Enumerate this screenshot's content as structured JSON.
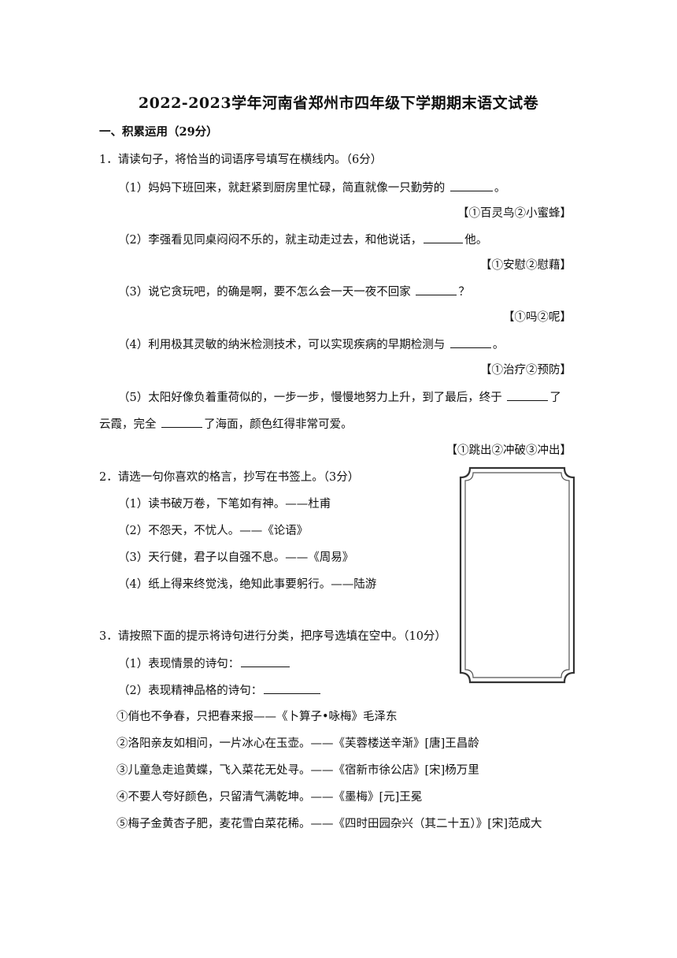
{
  "title": "2022-2023学年河南省郑州市四年级下学期期末语文试卷",
  "section1": "一、积累运用（29分）",
  "q1": {
    "stem": "1．请读句子，将恰当的词语序号填写在横线内。（6分）",
    "items": [
      {
        "text_a": "（1）妈妈下班回来，就赶紧到厨房里忙碌，简直就像一只勤劳的",
        "text_b": "。",
        "options": "【①百灵鸟②小蜜蜂】"
      },
      {
        "text_a": "（2）李强看见同桌闷闷不乐的，就主动走过去，和他说话，",
        "text_b": "他。",
        "options": "【①安慰②慰藉】"
      },
      {
        "text_a": "（3）说它贪玩吧，的确是啊，要不怎么会一天一夜不回家",
        "text_b": "？",
        "options": "【①吗②呢】"
      },
      {
        "text_a": "（4）利用极其灵敏的纳米检测技术，可以实现疾病的早期检测与",
        "text_b": "。",
        "options": "【①治疗②预防】"
      }
    ],
    "item5": {
      "line1_a": "（5）太阳好像负着重荷似的，一步一步，慢慢地努力上升，到了最后，终于",
      "line1_b": "了",
      "line2_a": "云霞，完全",
      "line2_b": "了海面，颜色红得非常可爱。",
      "options": "【①跳出②冲破③冲出】"
    }
  },
  "q2": {
    "stem": "2．请选一句你喜欢的格言，抄写在书签上。（3分）",
    "items": [
      "（1）读书破万卷，下笔如有神。——杜甫",
      "（2）不怨天，不忧人。——《论语》",
      "（3）天行健，君子以自强不息。——《周易》",
      "（4）纸上得来终觉浅，绝知此事要躬行。——陆游"
    ]
  },
  "q3": {
    "stem": "3．请按照下面的提示将诗句进行分类，把序号选填在空中。（10分）",
    "prompt1": "（1）表现情景的诗句：",
    "prompt2": "（2）表现精神品格的诗句：",
    "poems": [
      "①俏也不争春，只把春来报——《卜算子•咏梅》毛泽东",
      "②洛阳亲友如相问，一片冰心在玉壶。——《芙蓉楼送辛渐》[唐]王昌龄",
      "③儿童急走追黄蝶，飞入菜花无处寻。——《宿新市徐公店》[宋]杨万里",
      "④不要人夸好颜色，只留清气满乾坤。——《墨梅》[元]王冕",
      "⑤梅子金黄杏子肥，麦花雪白菜花稀。——《四时田园杂兴（其二十五）》[宋]范成大"
    ]
  }
}
